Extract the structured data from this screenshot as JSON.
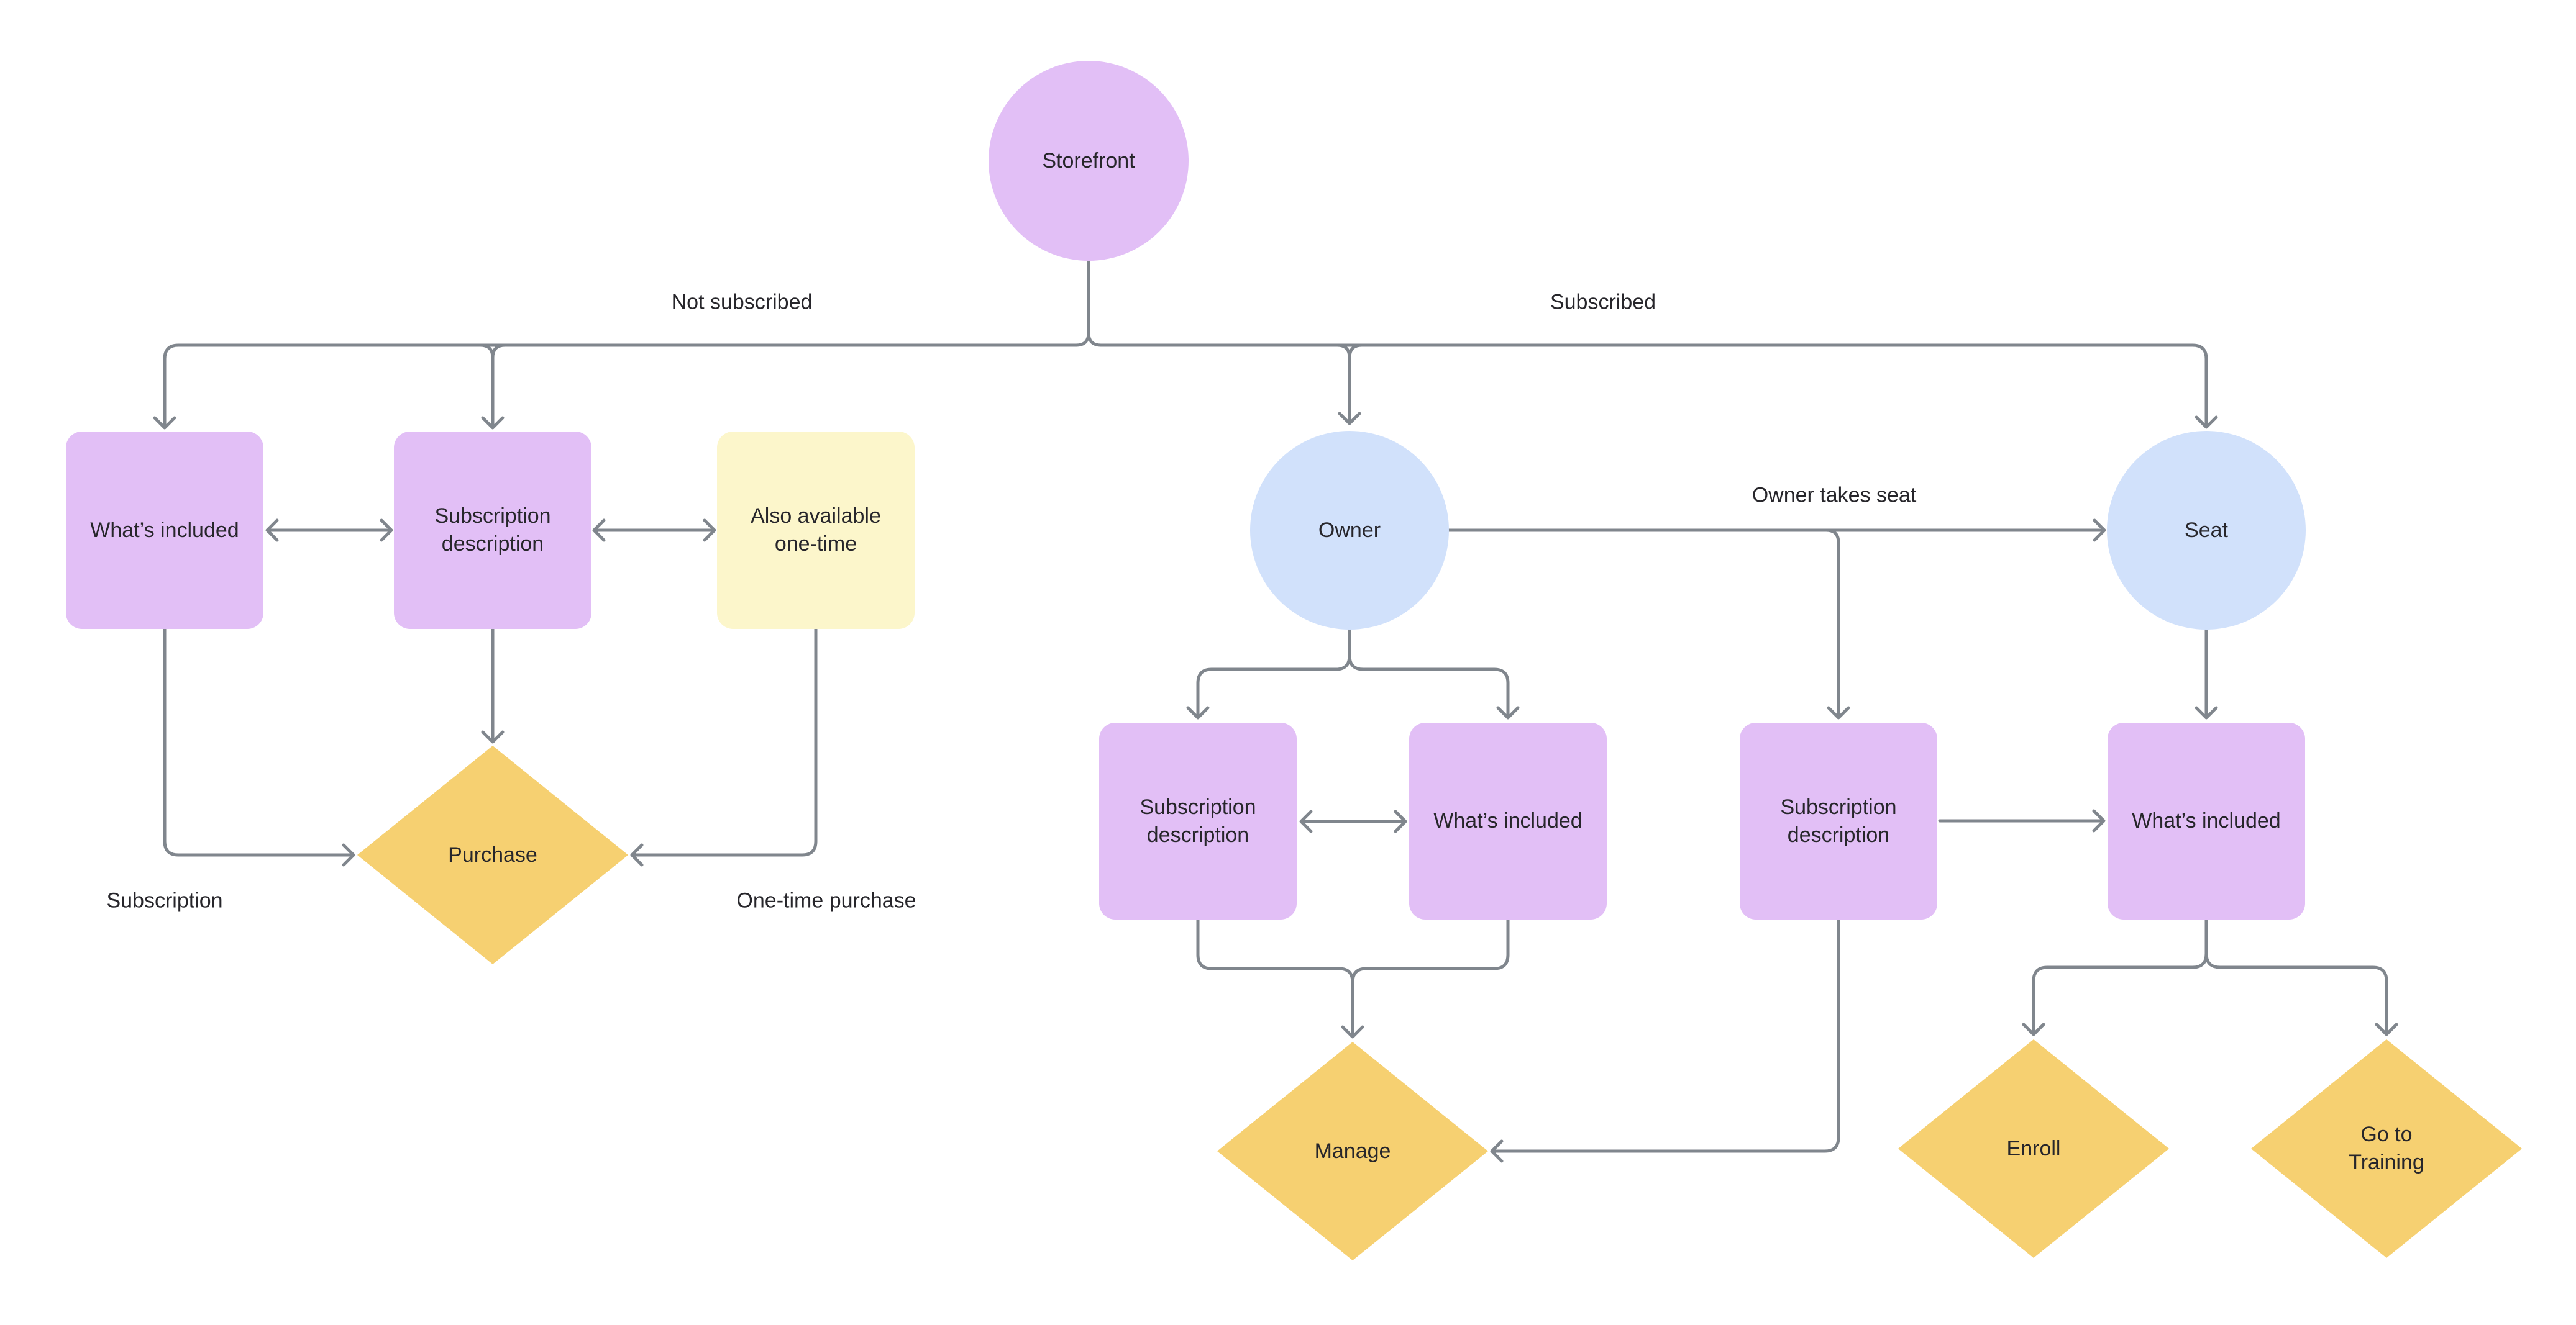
{
  "diagram": {
    "background": "#ffffff",
    "colors": {
      "purple_fill": "#E2BFF6",
      "yellow_fill": "#FCF6CB",
      "blue_fill": "#D1E1FB",
      "diamond_fill": "#F6D071",
      "connector_line": "#80868D",
      "text": "#27262B"
    },
    "nodes": {
      "storefront": {
        "label": "Storefront",
        "shape": "circle"
      },
      "whats_included_left": {
        "label": "What’s included",
        "shape": "rect"
      },
      "subscription_description_left": {
        "label": "Subscription description",
        "shape": "rect"
      },
      "also_available_one_time": {
        "label": "Also available one-time",
        "shape": "rect"
      },
      "purchase": {
        "label": "Purchase",
        "shape": "diamond"
      },
      "owner": {
        "label": "Owner",
        "shape": "circle"
      },
      "seat": {
        "label": "Seat",
        "shape": "circle"
      },
      "subscription_description_owner": {
        "label": "Subscription description",
        "shape": "rect"
      },
      "whats_included_owner": {
        "label": "What’s included",
        "shape": "rect"
      },
      "subscription_description_seat": {
        "label": "Subscription description",
        "shape": "rect"
      },
      "whats_included_seat": {
        "label": "What’s included",
        "shape": "rect"
      },
      "manage": {
        "label": "Manage",
        "shape": "diamond"
      },
      "enroll": {
        "label": "Enroll",
        "shape": "diamond"
      },
      "go_to_training": {
        "label": "Go to Training",
        "shape": "diamond"
      }
    },
    "edge_labels": {
      "not_subscribed": "Not subscribed",
      "subscribed": "Subscribed",
      "owner_takes_seat": "Owner takes seat",
      "subscription": "Subscription",
      "one_time_purchase": "One-time purchase"
    }
  }
}
